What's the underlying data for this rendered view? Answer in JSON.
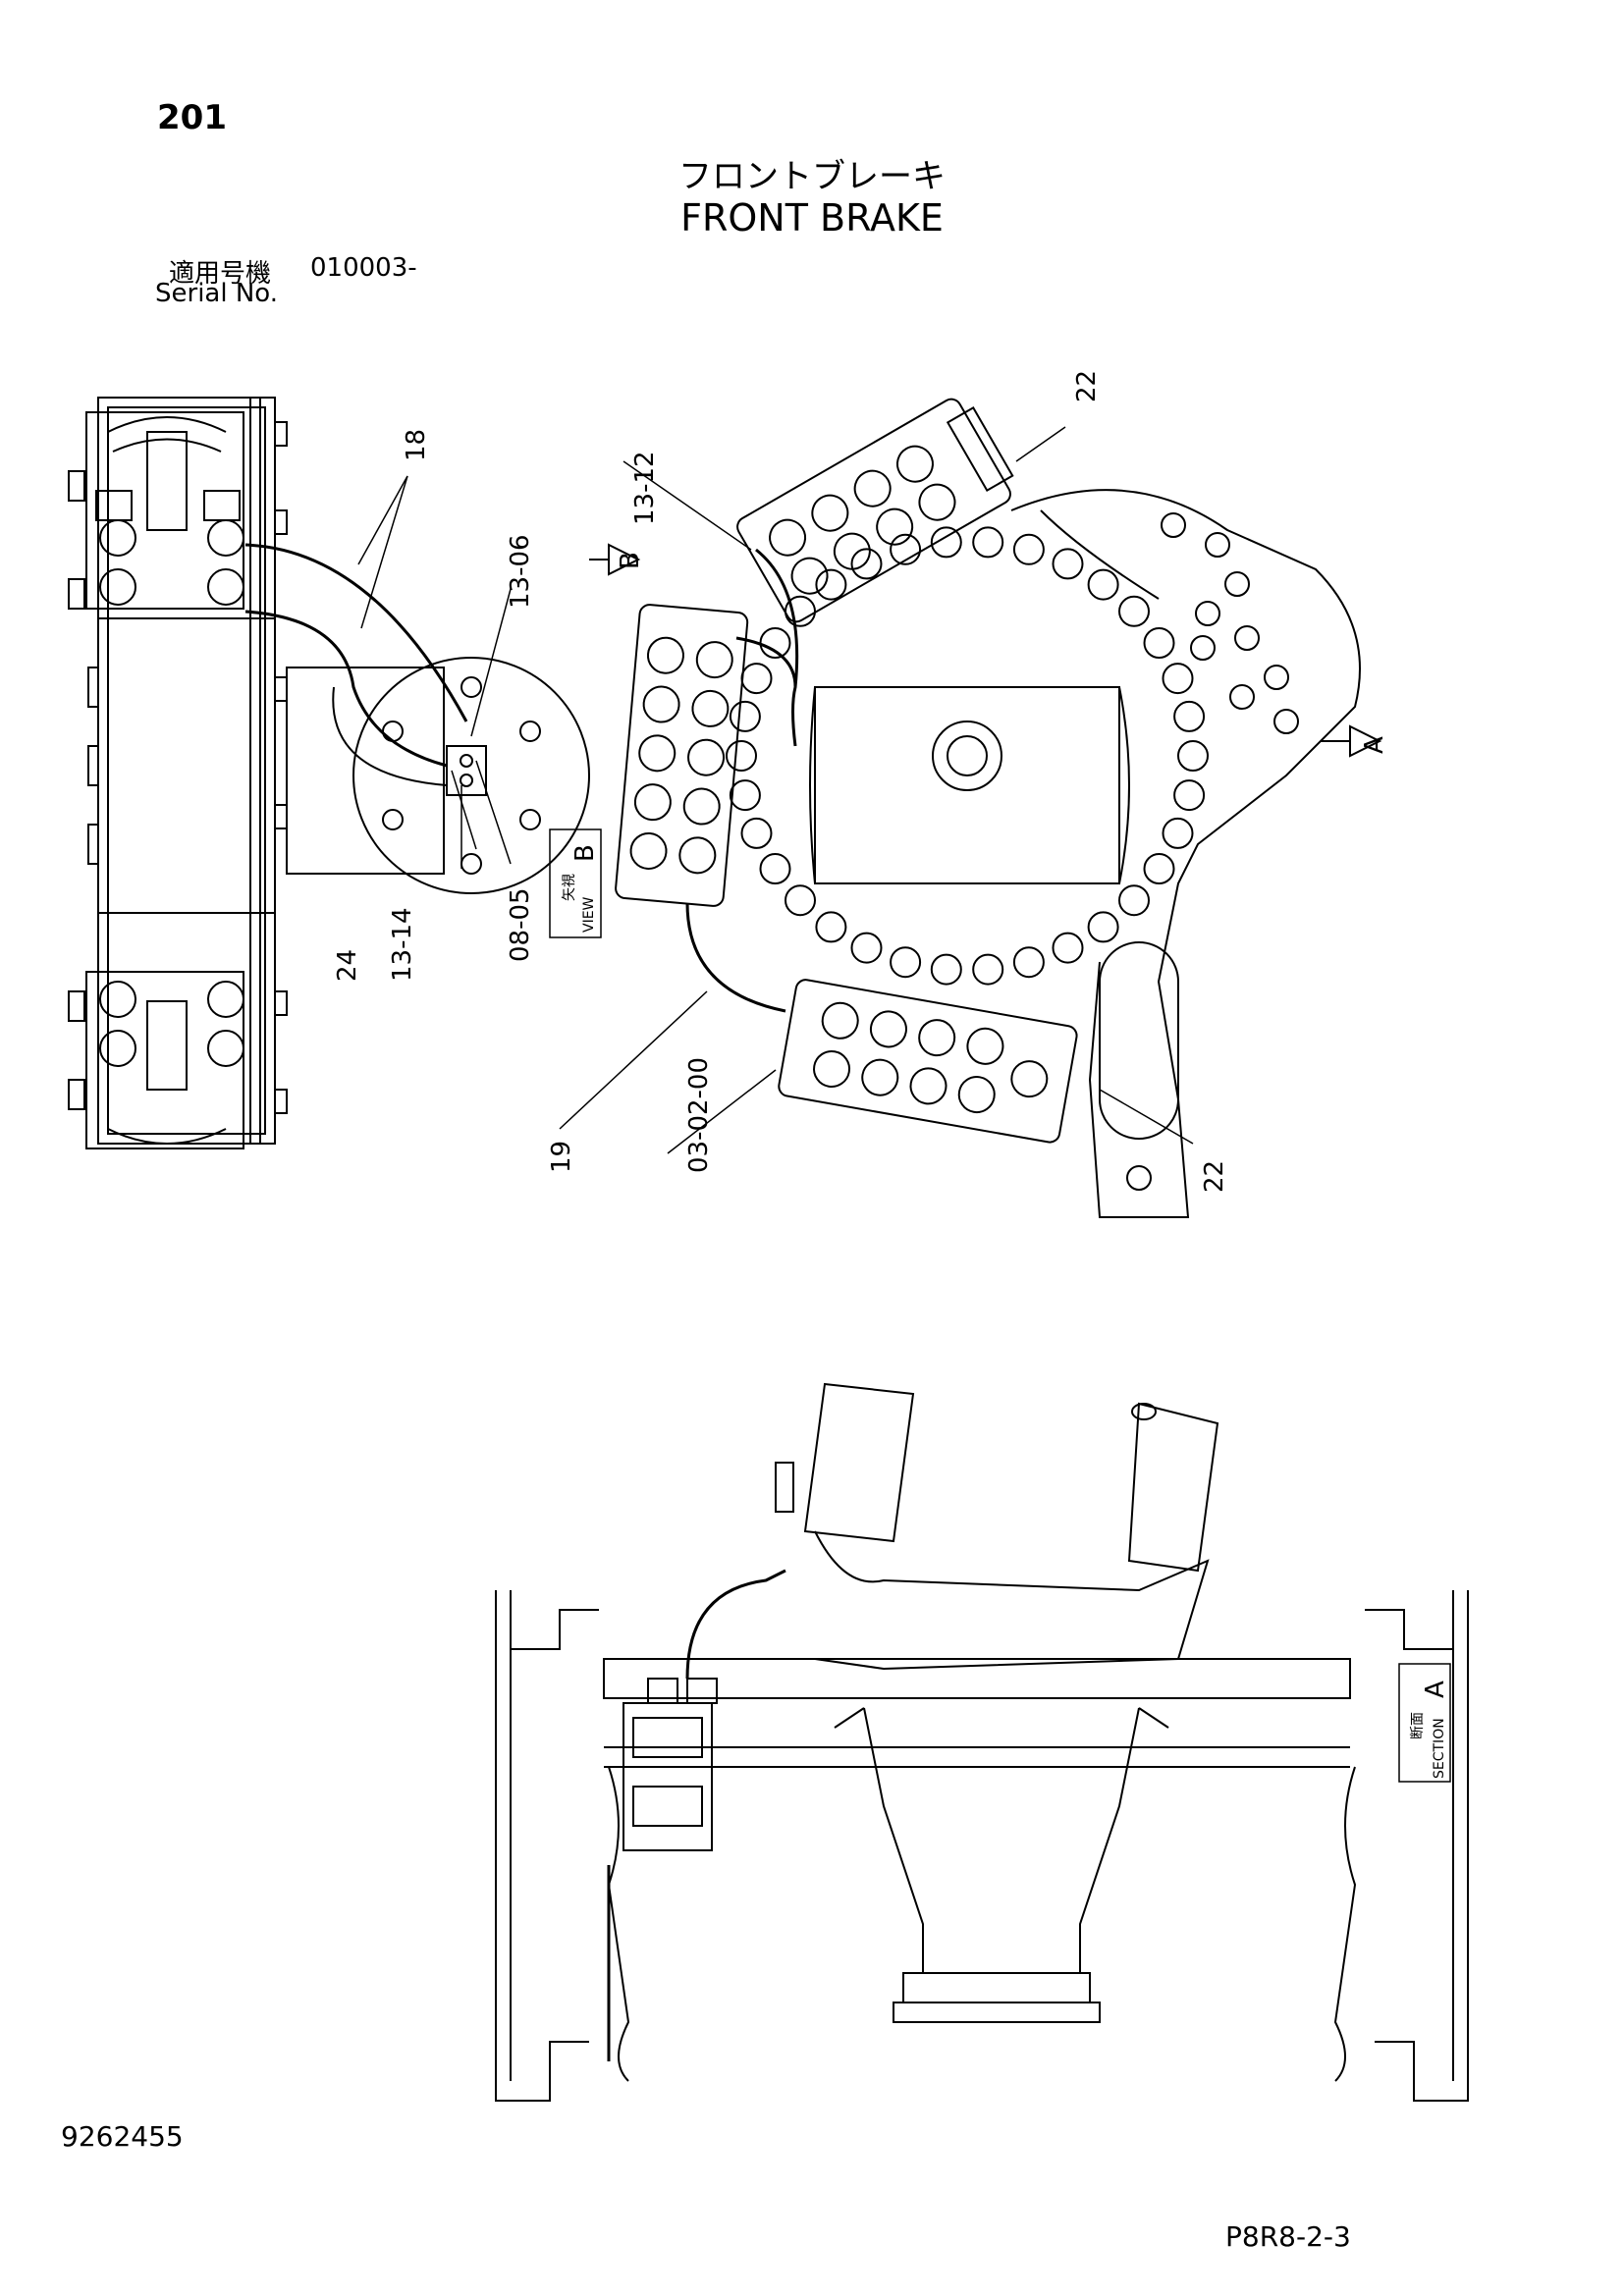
{
  "page_number": "201",
  "title": {
    "jp": "フロントブレーキ",
    "en": "FRONT BRAKE"
  },
  "serial": {
    "jp_label": "適用号機",
    "value": "010003-",
    "en_label": "Serial No."
  },
  "callouts": {
    "c18": "18",
    "c13_06": "13-06",
    "c13_12": "13-12",
    "c22_top": "22",
    "c22_bottom": "22",
    "c24": "24",
    "c13_14": "13-14",
    "c08_05": "08-05",
    "c19": "19",
    "c03_02_00": "03-02-00"
  },
  "view_b": {
    "letter": "B",
    "jp": "矢視",
    "en": "VIEW"
  },
  "section_a": {
    "letter": "A",
    "jp": "断面",
    "en": "SECTION"
  },
  "arrow_a_letter": "A",
  "arrow_b_letter": "B",
  "doc_number": "9262455",
  "page_code": "P8R8-2-3"
}
